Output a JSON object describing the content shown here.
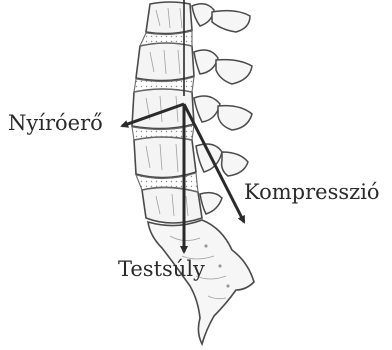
{
  "labels": {
    "shear": "Nyíróerő",
    "compression": "Kompresszió",
    "body_weight": "Testsúly"
  },
  "colors": {
    "ink": "#2a2a2a",
    "bone_line": "#4a4a4a",
    "bone_fill": "#f4f4f4",
    "shading": "#9a9a9a"
  }
}
